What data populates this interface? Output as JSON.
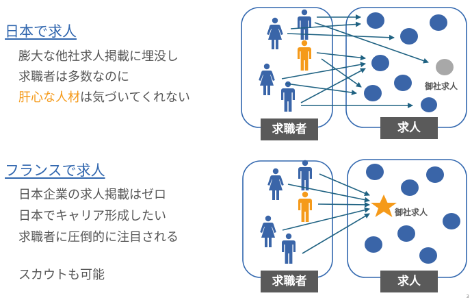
{
  "japan_section": {
    "heading": "日本で求人",
    "lines": [
      {
        "text": "膨大な他社求人掲載に埋没し"
      },
      {
        "text": "求職者は多数なのに"
      },
      {
        "highlight": "肝心な人材",
        "rest": "は気づいてくれない"
      }
    ],
    "diagram": {
      "left_label": "求職者",
      "right_label": "求人",
      "company_label": "御社求人"
    }
  },
  "france_section": {
    "heading": "フランスで求人",
    "lines": [
      {
        "text": "日本企業の求人掲載はゼロ"
      },
      {
        "text": "日本でキャリア形成したい"
      },
      {
        "text": "求職者に圧倒的に注目される"
      },
      {
        "text": "スカウトも可能"
      }
    ],
    "diagram": {
      "left_label": "求職者",
      "right_label": "求人",
      "company_label": "御社求人"
    }
  },
  "page_number": "3",
  "colors": {
    "heading_blue": "#3066ae",
    "person_blue": "#3a65a8",
    "highlight_orange": "#f59a1a",
    "arrow_teal": "#1f6282",
    "company_gray": "#a8a8a8",
    "label_box_gray": "#5a5a5a"
  }
}
